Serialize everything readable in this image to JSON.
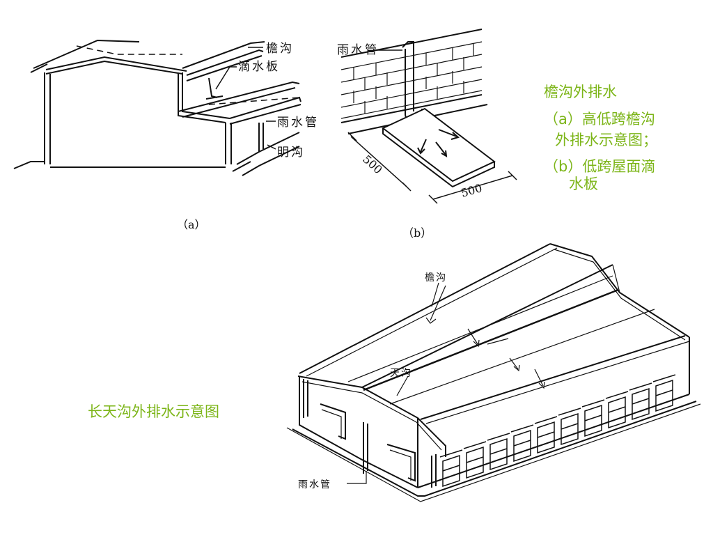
{
  "diagram_a": {
    "labels": {
      "eaves_gutter": "檐沟",
      "drip_board": "滴水板",
      "downpipe": "雨水管",
      "open_ditch": "明沟"
    },
    "caption": "（a）"
  },
  "diagram_b": {
    "labels": {
      "downpipe": "雨水管",
      "dim_left": "500",
      "dim_right": "500"
    },
    "caption": "（b）"
  },
  "notes": {
    "title": "檐沟外排水",
    "item_a_line1": "（a）高低跨檐沟",
    "item_a_line2": "外排水示意图；",
    "item_b_line1": "（b）低跨屋面滴",
    "item_b_line2": "水板"
  },
  "diagram_c": {
    "labels": {
      "eaves_gutter": "檐沟",
      "valley_gutter": "天沟",
      "downpipe": "雨水管"
    }
  },
  "long_caption": "长天沟外排水示意图",
  "colors": {
    "annotation_green": "#7cb518",
    "line": "#111111"
  }
}
